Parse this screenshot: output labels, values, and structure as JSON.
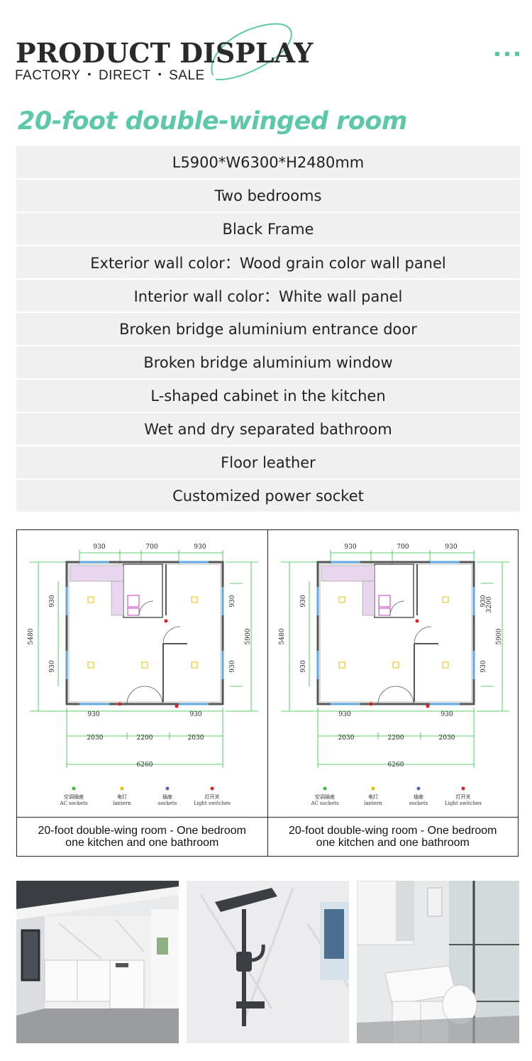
{
  "header": {
    "title": "PRODUCT DISPLAY",
    "subtitle": [
      "FACTORY",
      "DIRECT",
      "SALE"
    ],
    "accent_color": "#5cc8a6"
  },
  "section": {
    "title": "20-foot double-winged room"
  },
  "specs": [
    "L5900*W6300*H2480mm",
    "Two bedrooms",
    "Black Frame",
    "Exterior wall color：Wood grain color wall panel",
    "Interior wall color：White wall panel",
    "Broken bridge aluminium entrance door",
    "Broken bridge aluminium window",
    "L-shaped cabinet in the kitchen",
    "Wet and dry separated bathroom",
    "Floor leather",
    "Customized power socket"
  ],
  "plans": [
    {
      "caption": [
        "20-foot double-wing room - One bedroom",
        "one kitchen and one bathroom"
      ],
      "dims": {
        "top": [
          "930",
          "700",
          "930"
        ],
        "left": [
          "930",
          "930"
        ],
        "left_total": "5480",
        "right": [
          "930",
          "930"
        ],
        "right_total": "5900",
        "bottom_win": [
          "930",
          "930"
        ],
        "bottom": [
          "2030",
          "2200",
          "2030"
        ],
        "total": "6260",
        "extra": ""
      }
    },
    {
      "caption": [
        "20-foot double-wing room - One bedroom",
        "one kitchen and one bathroom"
      ],
      "dims": {
        "top": [
          "930",
          "700",
          "930"
        ],
        "left": [
          "930",
          "930"
        ],
        "left_total": "5480",
        "right": [
          "930",
          "930"
        ],
        "right_total": "5900",
        "bottom_win": [
          "930",
          "930"
        ],
        "bottom": [
          "2030",
          "2200",
          "2030"
        ],
        "total": "6260",
        "extra": "3200"
      }
    }
  ],
  "legend": [
    {
      "cn": "空调插座",
      "en": "AC sockets"
    },
    {
      "cn": "电灯",
      "en": "lantern"
    },
    {
      "cn": "插座",
      "en": "sockets"
    },
    {
      "cn": "灯开关",
      "en": "Light switches"
    }
  ],
  "photos": [
    {
      "name": "kitchen-photo"
    },
    {
      "name": "shower-photo"
    },
    {
      "name": "bathroom-photo"
    }
  ]
}
